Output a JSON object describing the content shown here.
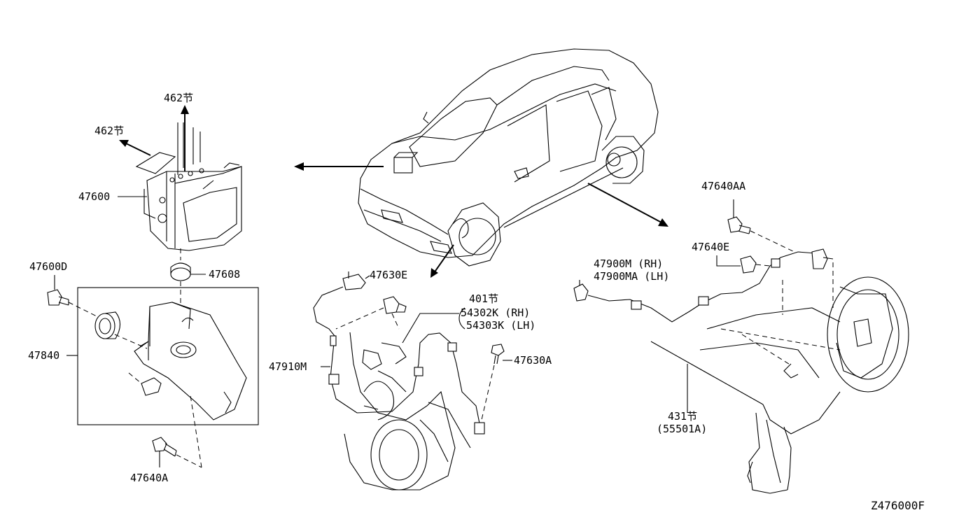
{
  "labels": {
    "p462_top": "462节",
    "p462_left": "462节",
    "p47600": "47600",
    "p47600D": "47600D",
    "p47608": "47608",
    "p47840": "47840",
    "p47640A": "47640A",
    "p47630E": "47630E",
    "p401": "401节",
    "p54302K": "54302K (RH)",
    "p54303K": "54303K (LH)",
    "p47910M": "47910M",
    "p47630A": "47630A",
    "p47640AA": "47640AA",
    "p47640E": "47640E",
    "p47900M": "47900M (RH)",
    "p47900MA": "47900MA (LH)",
    "p431": "431节",
    "p55501A": "(55501A)"
  },
  "diagram_code": "Z476000F"
}
